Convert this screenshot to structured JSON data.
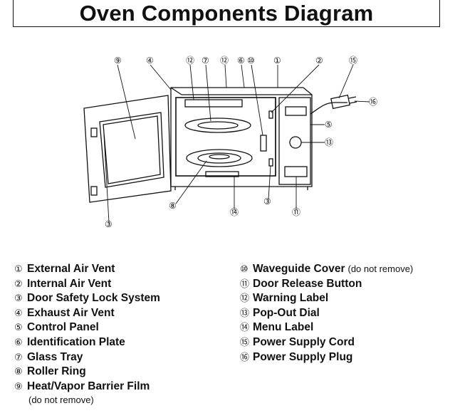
{
  "title": "Oven Components Diagram",
  "callouts": [
    "①",
    "②",
    "③",
    "④",
    "⑤",
    "⑥",
    "⑦",
    "⑧",
    "⑨",
    "⑩",
    "⑪",
    "⑫",
    "⑬",
    "⑭",
    "⑮",
    "⑯"
  ],
  "legend_left": [
    {
      "num": "①",
      "label": "External Air Vent"
    },
    {
      "num": "②",
      "label": "Internal Air Vent"
    },
    {
      "num": "③",
      "label": "Door Safety Lock System"
    },
    {
      "num": "④",
      "label": "Exhaust Air Vent"
    },
    {
      "num": "⑤",
      "label": "Control Panel"
    },
    {
      "num": "⑥",
      "label": "Identification Plate"
    },
    {
      "num": "⑦",
      "label": "Glass Tray"
    },
    {
      "num": "⑧",
      "label": "Roller Ring"
    },
    {
      "num": "⑨",
      "label": "Heat/Vapor Barrier Film"
    }
  ],
  "legend_left_subnote": "(do not remove)",
  "legend_right": [
    {
      "num": "⑩",
      "label": "Waveguide Cover",
      "note": "(do not remove)"
    },
    {
      "num": "⑪",
      "label": "Door Release Button"
    },
    {
      "num": "⑫",
      "label": "Warning Label"
    },
    {
      "num": "⑬",
      "label": "Pop-Out Dial"
    },
    {
      "num": "⑭",
      "label": "Menu Label"
    },
    {
      "num": "⑮",
      "label": "Power Supply Cord"
    },
    {
      "num": "⑯",
      "label": "Power Supply Plug"
    }
  ]
}
